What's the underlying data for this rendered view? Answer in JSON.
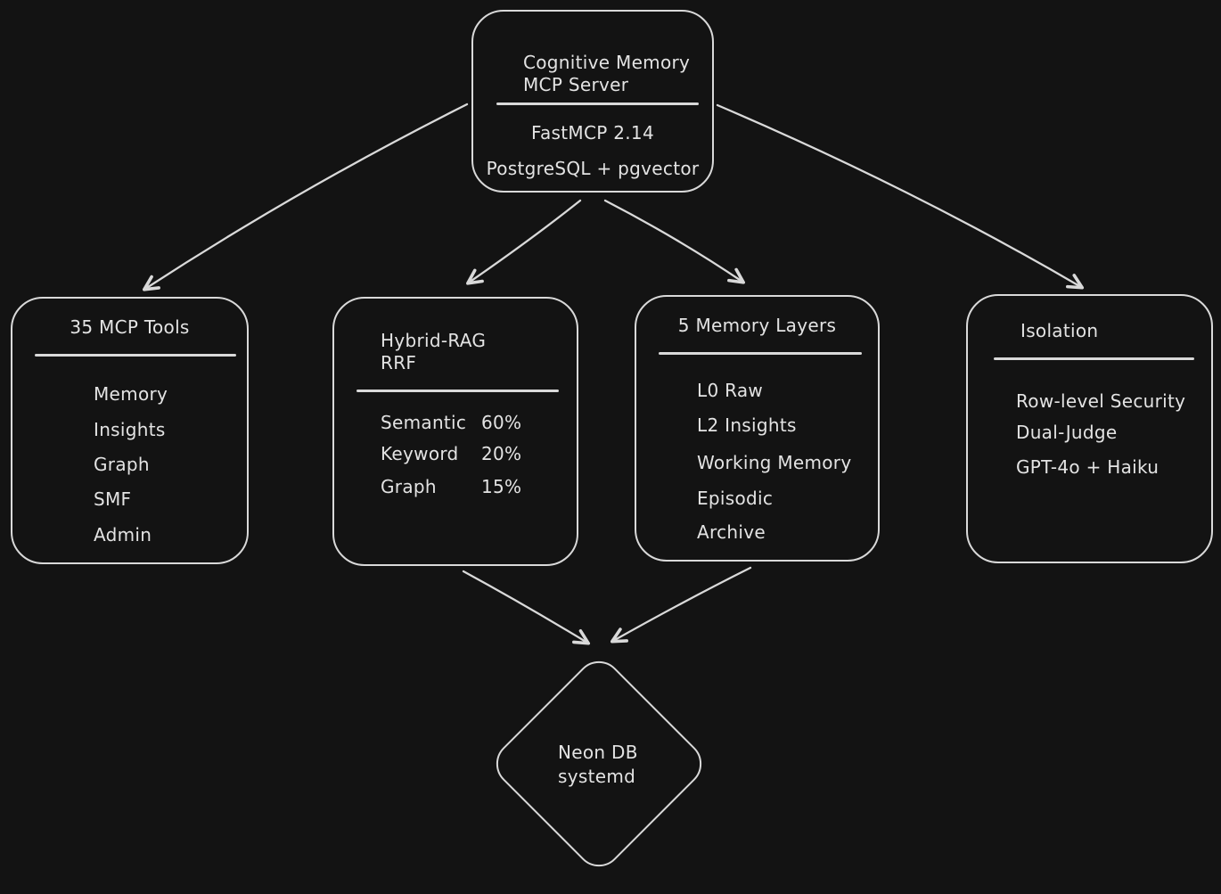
{
  "colors": {
    "background": "#131313",
    "stroke": "#d9d9d9",
    "text": "#e3e3e3"
  },
  "nodes": {
    "server": {
      "title": [
        "Cognitive Memory",
        "MCP Server"
      ],
      "items": [
        "FastMCP 2.14",
        "PostgreSQL + pgvector"
      ]
    },
    "tools": {
      "title": "35 MCP Tools",
      "items": [
        "Memory",
        "Insights",
        "Graph",
        "SMF",
        "Admin"
      ]
    },
    "hybrid": {
      "title": [
        "Hybrid-RAG",
        "RRF"
      ],
      "rows": [
        {
          "label": "Semantic",
          "value": "60%"
        },
        {
          "label": "Keyword",
          "value": "20%"
        },
        {
          "label": "Graph",
          "value": "15%"
        }
      ]
    },
    "layers": {
      "title": "5 Memory Layers",
      "items": [
        "L0 Raw",
        "L2 Insights",
        "Working Memory",
        "Episodic",
        "Archive"
      ]
    },
    "isolation": {
      "title": "Isolation",
      "items": [
        "Row-level Security",
        "Dual-Judge",
        "GPT-4o + Haiku"
      ]
    },
    "database": {
      "title": [
        "Neon DB",
        "systemd"
      ]
    }
  }
}
